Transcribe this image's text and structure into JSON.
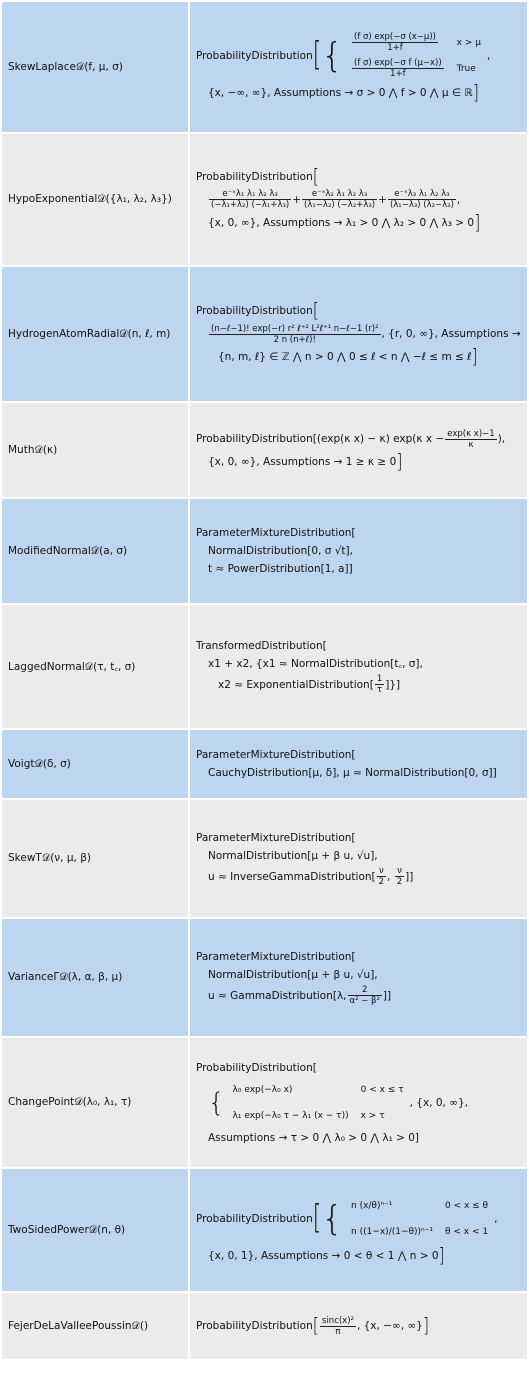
{
  "rows": [
    {
      "name": "SkewLaplace𝒟(f, μ, σ)",
      "l1": "ProbabilityDistribution",
      "p1n": "(f σ) exp(−σ (x−μ))",
      "p1d": "1+f",
      "c1": "x > μ",
      "p2n": "(f σ) exp(−σ f (μ−x))",
      "p2d": "1+f",
      "c2": "True",
      "l2": "{x, −∞, ∞}, Assumptions → σ > 0 ⋀ f > 0 ⋀ μ ∈ ℝ"
    },
    {
      "name": "HypoExponential𝒟({λ₁, λ₂, λ₃})",
      "l1": "ProbabilityDistribution",
      "f1n": "e⁻ˣλ₁ λ₁ λ₂ λ₃",
      "f1d": "(−λ₁+λ₂) (−λ₁+λ₃)",
      "f2n": "e⁻ˣλ₂ λ₁ λ₂ λ₃",
      "f2d": "(λ₁−λ₂) (−λ₂+λ₃)",
      "f3n": "e⁻ˣλ₃ λ₁ λ₂ λ₃",
      "f3d": "(λ₁−λ₃) (λ₂−λ₃)",
      "l3": "{x, 0, ∞}, Assumptions → λ₁ > 0 ⋀ λ₂ > 0 ⋀ λ₃ > 0"
    },
    {
      "name": "HydrogenAtomRadial𝒟(n, ℓ, m)",
      "l1": "ProbabilityDistribution",
      "fn": "(n−ℓ−1)! exp(−r) r² ℓ⁺² L²ℓ⁺¹ n−ℓ−1 (r)²",
      "fd": "2 n (n+ℓ)!",
      "l2": ", {r, 0, ∞}, Assumptions →",
      "l3": "{n, m, ℓ} ∈ ℤ ⋀ n > 0 ⋀ 0 ≤ ℓ < n ⋀ −ℓ ≤ m ≤ ℓ"
    },
    {
      "name": "Muth𝒟(κ)",
      "l1": "ProbabilityDistribution[(exp(κ x) − κ) exp(κ x −",
      "fn": "exp(κ x)−1",
      "fd": "κ",
      "l1e": "),",
      "l2": "{x, 0, ∞}, Assumptions → 1 ≥ κ ≥ 0"
    },
    {
      "name": "ModifiedNormal𝒟(a, σ)",
      "l1": "ParameterMixtureDistribution[",
      "l2": "NormalDistribution[0, σ √t],",
      "l3": "t ≈ PowerDistribution[1, a]]"
    },
    {
      "name": "LaggedNormal𝒟(τ, t꜀, σ)",
      "l1": "TransformedDistribution[",
      "l2": "x1 + x2, {x1 ≈ NormalDistribution[t꜀, σ],",
      "l3a": "x2 ≈ ExponentialDistribution[",
      "fn": "1",
      "fd": "τ",
      "l3b": "]}]"
    },
    {
      "name": "Voigt𝒟(δ, σ)",
      "l1": "ParameterMixtureDistribution[",
      "l2": "CauchyDistribution[μ, δ], μ ≈ NormalDistribution[0, σ]]"
    },
    {
      "name": "SkewT𝒟(ν, μ, β)",
      "l1": "ParameterMixtureDistribution[",
      "l2": "NormalDistribution[μ + β u, √u],",
      "l3a": "u ≈ InverseGammaDistribution[",
      "f1n": "ν",
      "f1d": "2",
      "f2n": "ν",
      "f2d": "2",
      "l3b": "]]"
    },
    {
      "name": "VarianceΓ𝒟(λ, α, β, μ)",
      "l1": "ParameterMixtureDistribution[",
      "l2": "NormalDistribution[μ + β u, √u],",
      "l3a": "u ≈ GammaDistribution[λ,",
      "fn": "2",
      "fd": "α² − β²",
      "l3b": "]]"
    },
    {
      "name": "ChangePoint𝒟(λ₀, λ₁, τ)",
      "l1": "ProbabilityDistribution[",
      "p1": "λ₀ exp(−λ₀ x)",
      "c1": "0 < x ≤ τ",
      "p2": "λ₁ exp(−λ₀ τ − λ₁ (x − τ))",
      "c2": "x > τ",
      "l2e": ", {x, 0, ∞},",
      "l3": "Assumptions → τ > 0 ⋀ λ₀ > 0 ⋀ λ₁ > 0]"
    },
    {
      "name": "TwoSidedPower𝒟(n, θ)",
      "l1": "ProbabilityDistribution",
      "p1": "n (x/θ)ⁿ⁻¹",
      "c1": "0 < x ≤ θ",
      "p2": "n ((1−x)/(1−θ))ⁿ⁻¹",
      "c2": "θ < x < 1",
      "l2": "{x, 0, 1}, Assumptions → 0 < θ < 1 ⋀ n > 0"
    },
    {
      "name": "FejerDeLaValleePoussin𝒟()",
      "l1": "ProbabilityDistribution",
      "fn": "sinc(x)²",
      "fd": "π",
      "l2": ", {x, −∞, ∞}"
    }
  ]
}
